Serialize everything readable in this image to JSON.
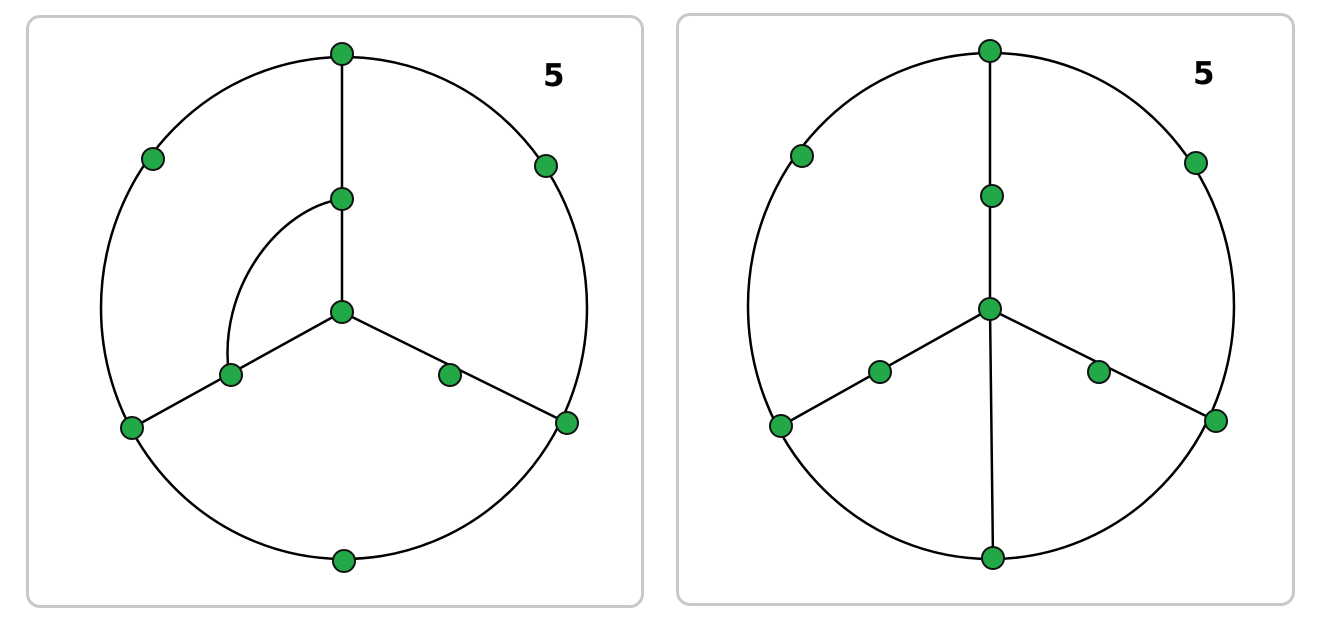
{
  "panels": [
    {
      "id": "left",
      "label": "5",
      "node_color": "#22a847",
      "edge_color": "#000000"
    },
    {
      "id": "right",
      "label": "5",
      "node_color": "#22a847",
      "edge_color": "#000000"
    }
  ]
}
